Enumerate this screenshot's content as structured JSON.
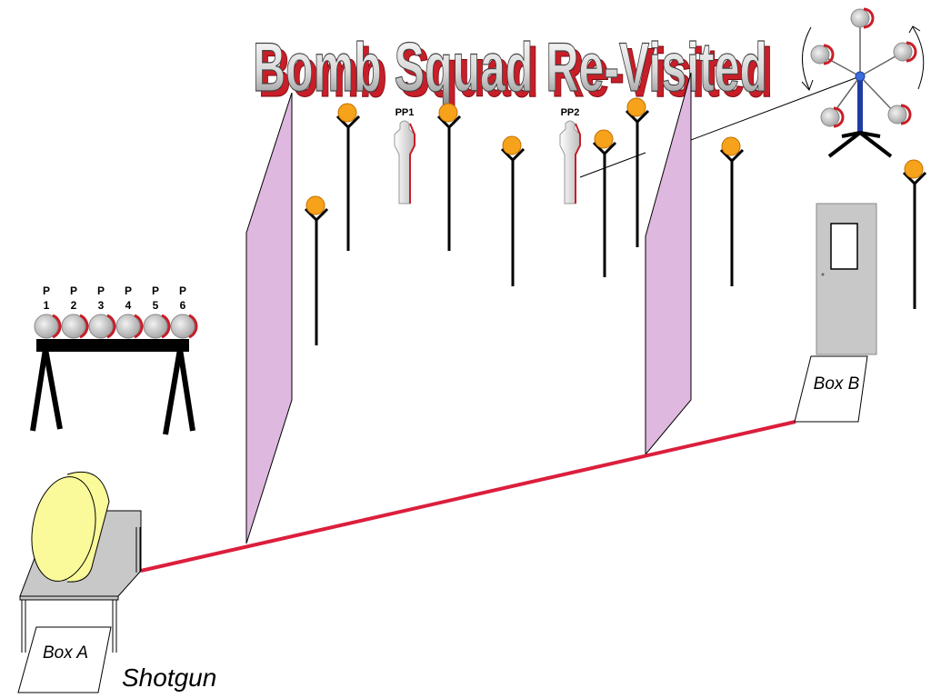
{
  "title": "Bomb Squad Re-Visited",
  "plate_rack": {
    "plates": [
      {
        "letter": "P",
        "number": "1"
      },
      {
        "letter": "P",
        "number": "2"
      },
      {
        "letter": "P",
        "number": "3"
      },
      {
        "letter": "P",
        "number": "4"
      },
      {
        "letter": "P",
        "number": "5"
      },
      {
        "letter": "P",
        "number": "6"
      }
    ]
  },
  "poppers": [
    {
      "label": "PP1"
    },
    {
      "label": "PP2"
    }
  ],
  "boxes": {
    "box_a": "Box A",
    "box_b": "Box B"
  },
  "start_position_label": "Shotgun",
  "colors": {
    "walls": "#deb8de",
    "fault_line": "#dc1e3c",
    "steel_targets": "#f7a21b",
    "drum": "#fafa9a",
    "table": "#c8c8c8",
    "door": "#c8c8c8",
    "swinger_post": "#1e3ca0",
    "title_fill": "#ffffff",
    "title_shadow": "#c81e28"
  },
  "icons": [
    "plate-rack-icon",
    "popper-icon",
    "steel-plate-target-icon",
    "door-icon",
    "swinger-target-icon",
    "drum-icon"
  ]
}
